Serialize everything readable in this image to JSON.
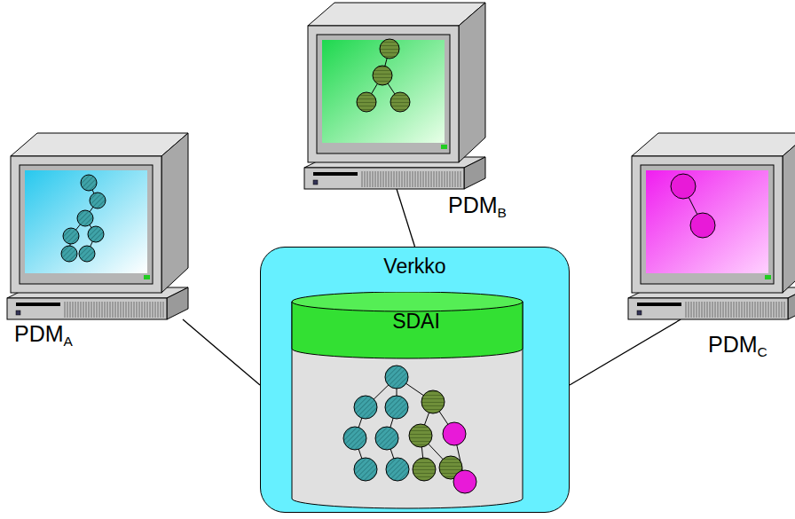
{
  "diagram": {
    "nodes": [
      {
        "text": [
          "PDMB"
        ]
      },
      {
        "text": [
          "PDMA"
        ]
      },
      {
        "text": [
          "Verkko"
        ]
      },
      {
        "text": [
          "SDAI"
        ],
        "in": 2
      },
      {
        "text": [
          "PDMC"
        ]
      }
    ],
    "edges": [
      {
        "from": 1,
        "to": 2,
        "arrow": "none"
      },
      {
        "from": 0,
        "to": 2,
        "arrow": "none"
      },
      {
        "from": 4,
        "to": 2,
        "arrow": "none"
      }
    ]
  }
}
